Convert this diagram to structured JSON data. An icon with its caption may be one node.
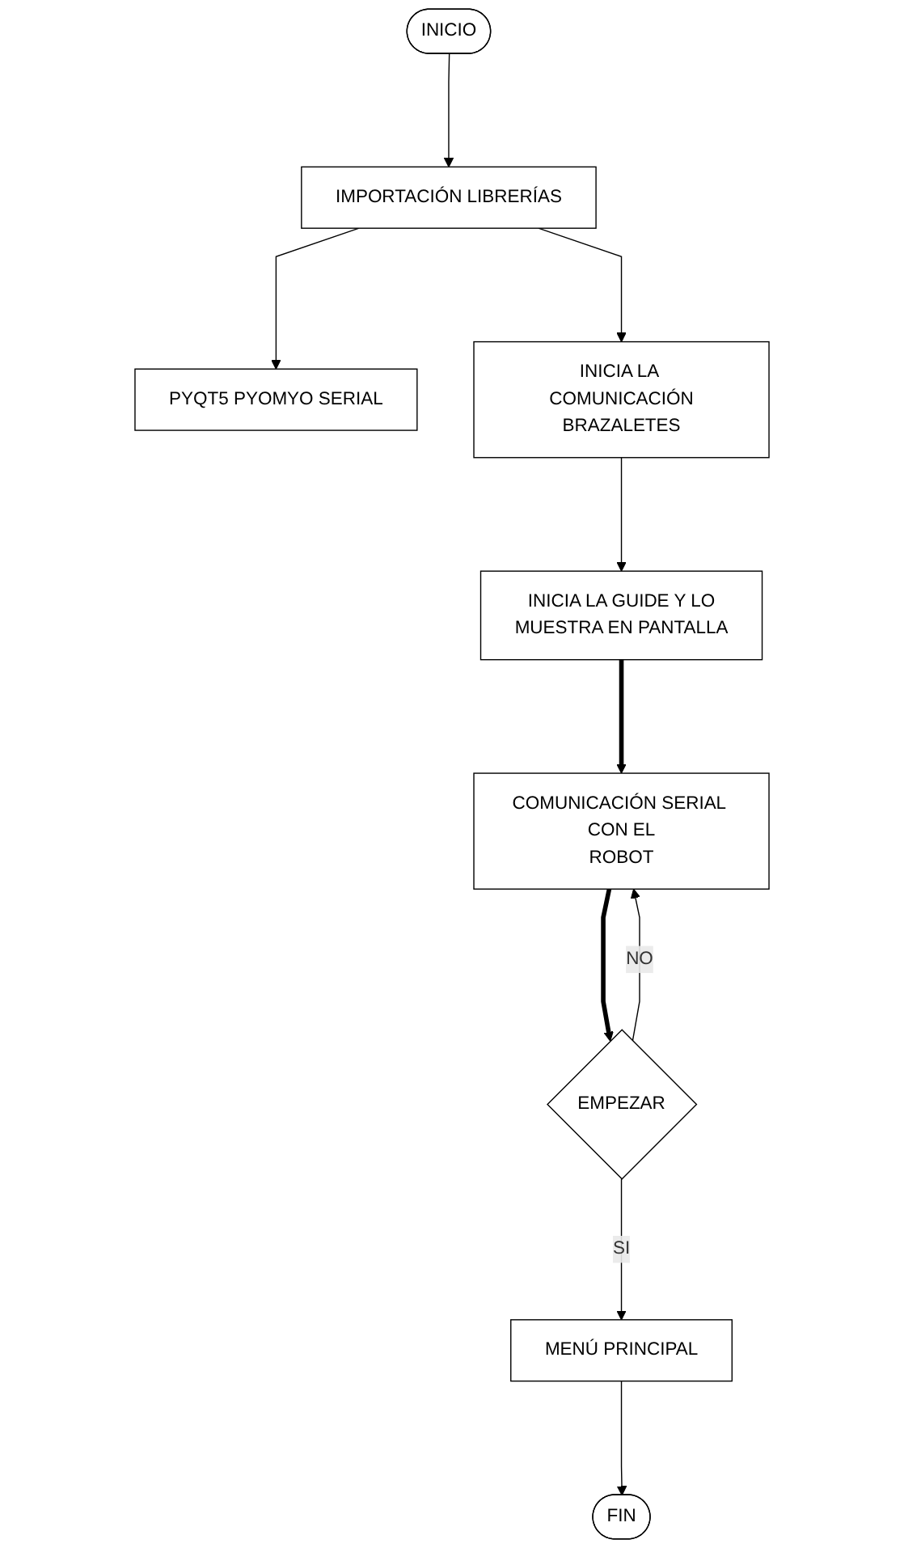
{
  "diagram": {
    "nodes": [
      {
        "text": [
          "INICIO"
        ]
      },
      {
        "text": [
          "IMPORTACIÓN LIBRERÍAS"
        ]
      },
      {
        "text": [
          "PYQT5 PYOMYO SERIAL"
        ]
      },
      {
        "text": [
          "INICIA LA COMUNICACIÓN BRAZALETES"
        ]
      },
      {
        "text": [
          "INICIA LA GUIDE Y LO MUESTRA EN PANTALLA"
        ]
      },
      {
        "text": [
          "COMUNICACIÓN SERIAL CON EL ROBOT"
        ]
      },
      {
        "text": [
          "EMPEZAR"
        ]
      },
      {
        "text": [
          "MENÚ PRINCIPAL"
        ]
      },
      {
        "text": [
          "FIN"
        ]
      }
    ],
    "edges": [
      {
        "from": 0,
        "to": 1,
        "arrow": "to"
      },
      {
        "from": 1,
        "to": 2,
        "arrow": "to"
      },
      {
        "from": 1,
        "to": 3,
        "arrow": "to"
      },
      {
        "from": 3,
        "to": 4,
        "arrow": "to"
      },
      {
        "from": 4,
        "to": 5,
        "arrow": "to",
        "style": "thick"
      },
      {
        "from": 5,
        "to": 6,
        "arrow": "to",
        "style": "thick"
      },
      {
        "from": 6,
        "to": 5,
        "arrow": "to",
        "label": "NO"
      },
      {
        "from": 6,
        "to": 7,
        "arrow": "to",
        "label": "SI"
      },
      {
        "from": 7,
        "to": 8,
        "arrow": "to"
      }
    ]
  }
}
